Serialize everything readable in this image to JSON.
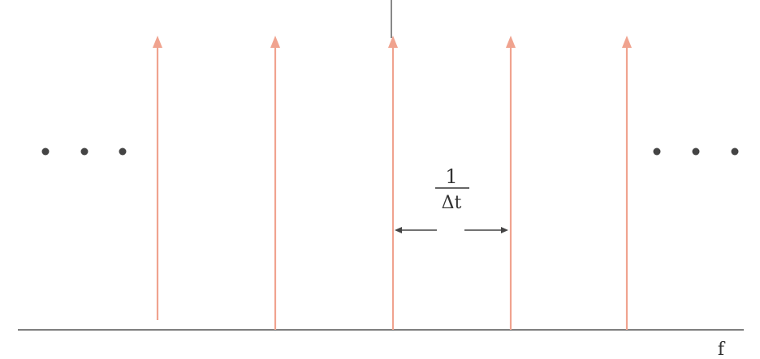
{
  "diagram": {
    "axis_label": "f",
    "spacing_label": {
      "numerator": "1",
      "denominator": "Δt"
    },
    "ellipsis_left": "• • •",
    "ellipsis_right": "• • •",
    "impulse_count": 5,
    "colors": {
      "impulse": "#f0a38f",
      "axis": "#555555",
      "text": "#333333",
      "dots": "#444444"
    }
  }
}
